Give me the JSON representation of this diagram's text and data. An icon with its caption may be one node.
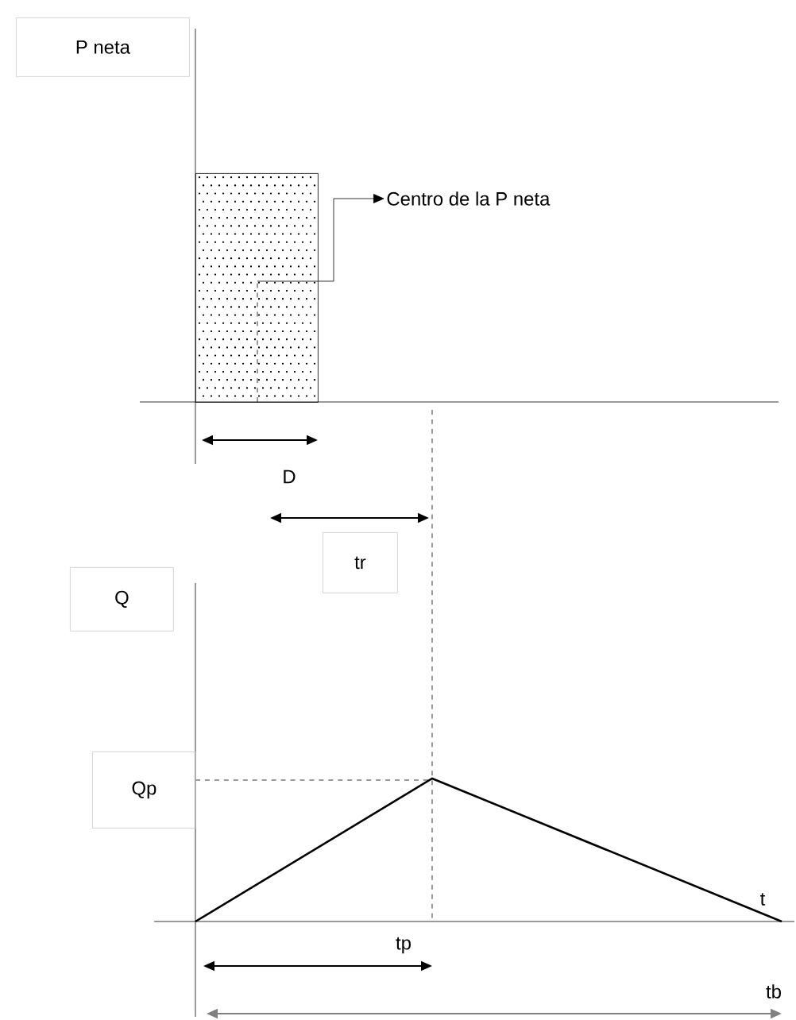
{
  "diagram": {
    "nodes": [
      {
        "text": [
          "P neta"
        ]
      },
      {
        "text": [
          "Q"
        ]
      },
      {
        "text": [
          "tr"
        ]
      },
      {
        "text": [
          "Qp"
        ]
      },
      {
        "text": [],
        "shape": "box"
      },
      {
        "text": [
          "Centro de la P neta"
        ]
      }
    ],
    "edges": [
      {
        "from": 4,
        "to": 5,
        "arrow": "to"
      }
    ],
    "labels": [
      "D",
      "t",
      "tp",
      "tb"
    ]
  }
}
